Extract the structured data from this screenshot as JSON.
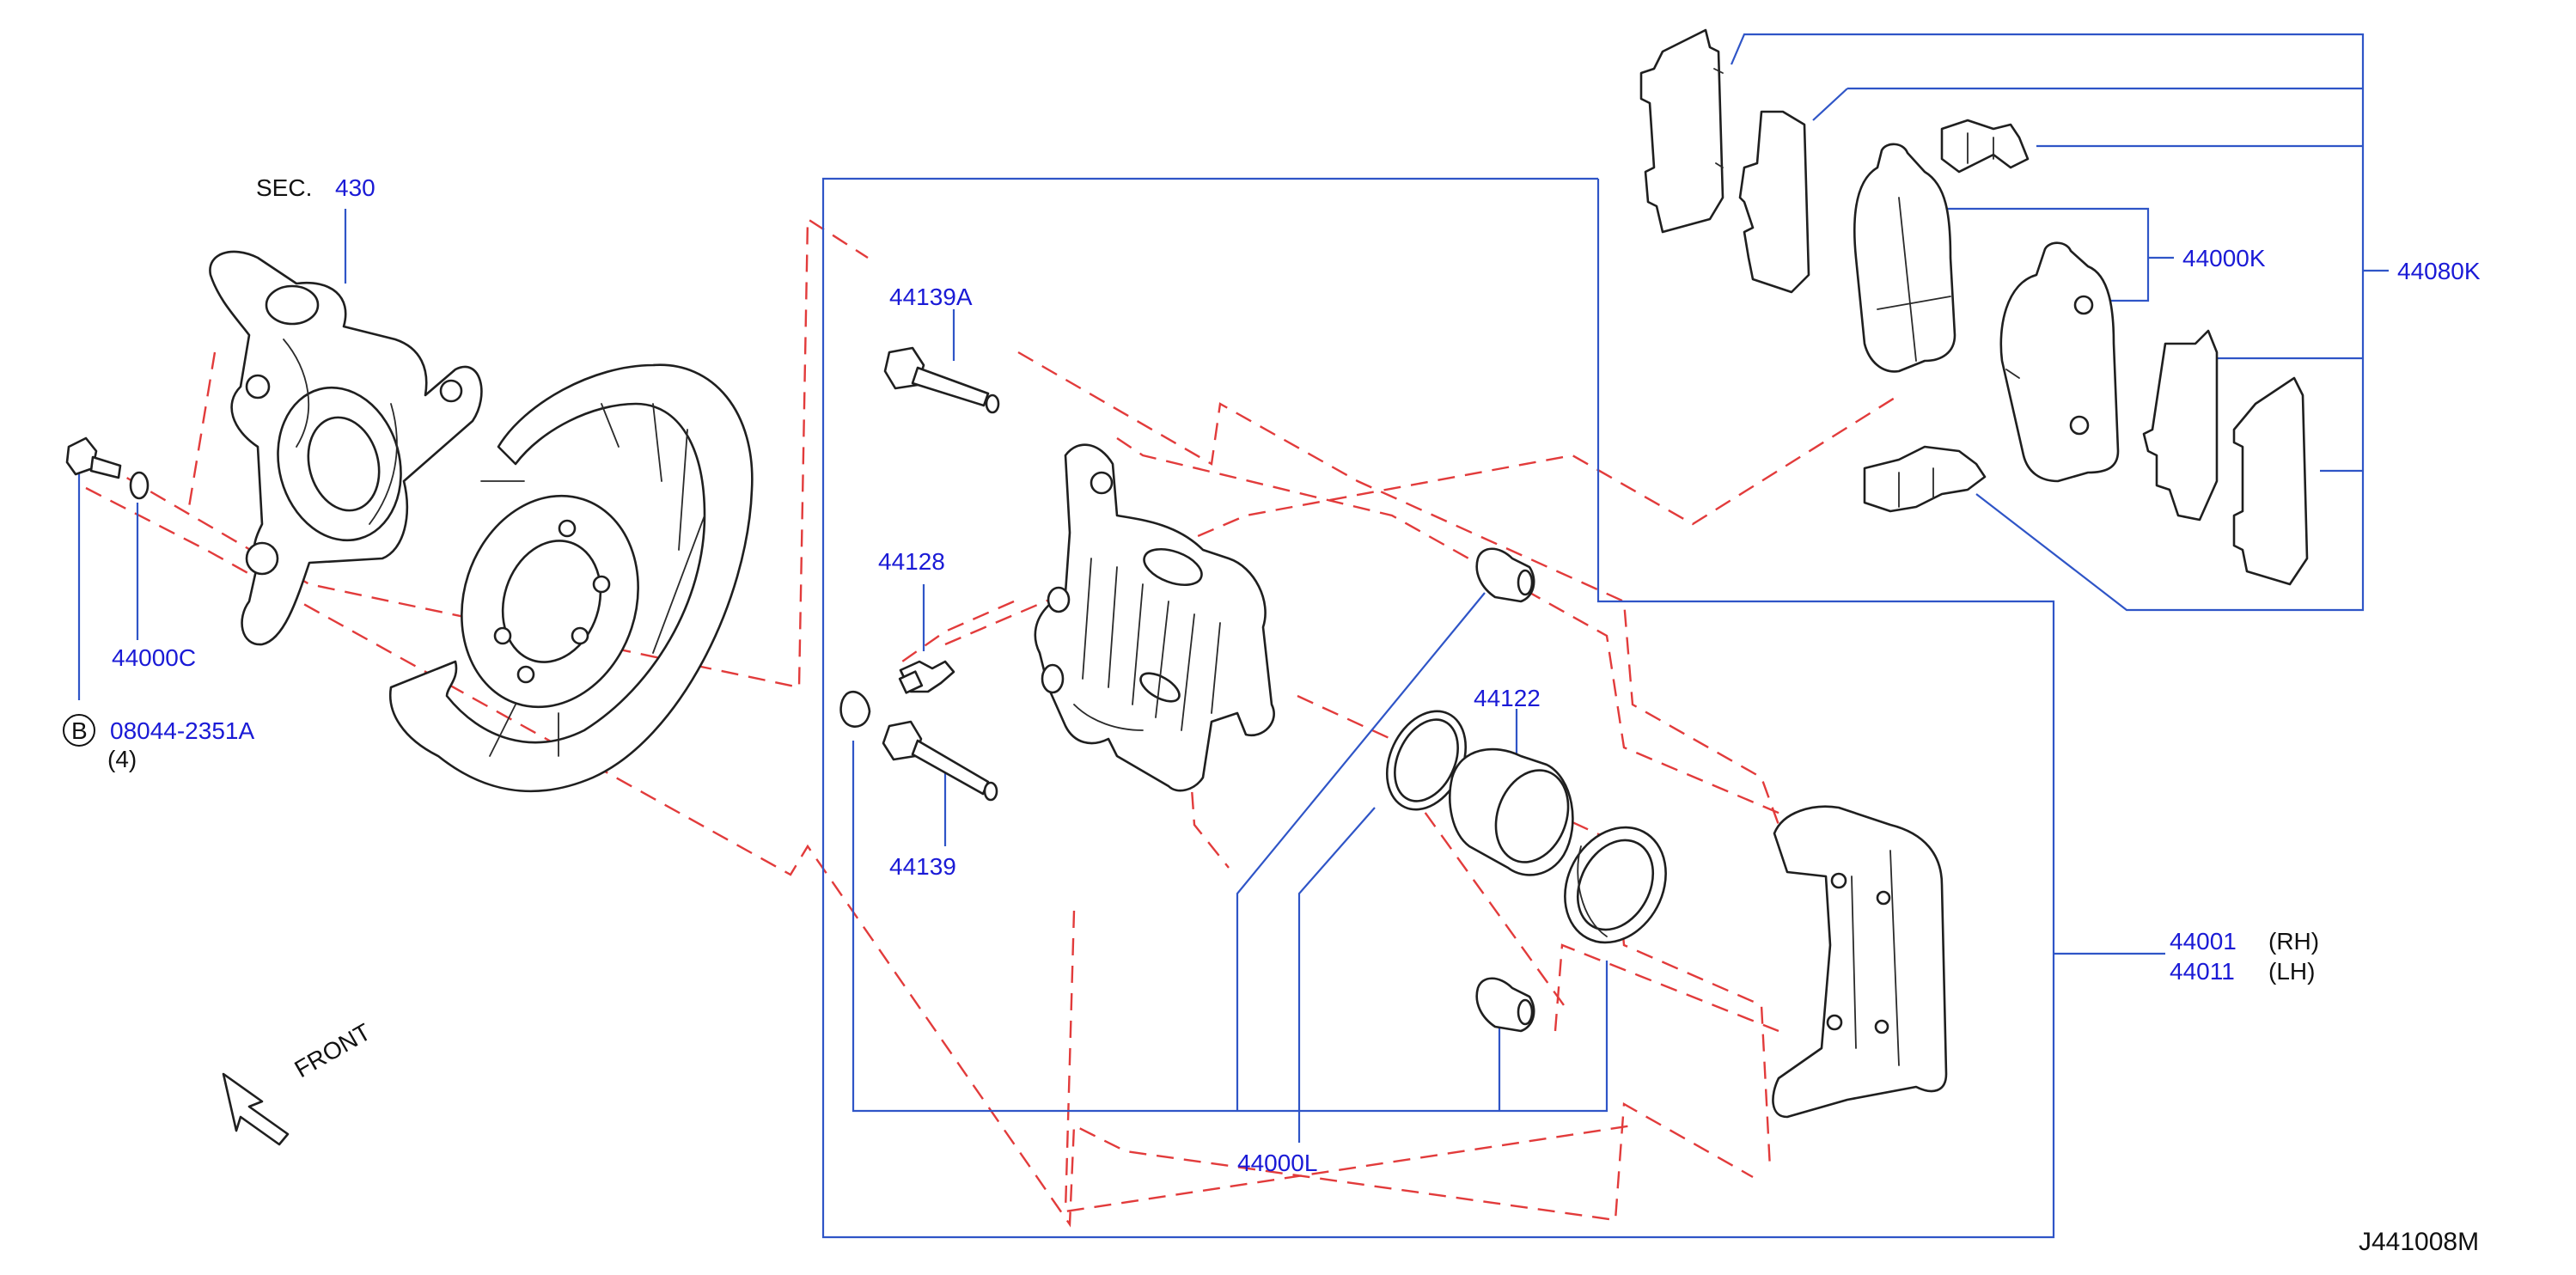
{
  "section_ref": {
    "prefix": "SEC.",
    "number": "430"
  },
  "callouts": {
    "guide_pin_a": "44139A",
    "bleeder": "44128",
    "guide_pin": "44139",
    "piston": "44122",
    "washer": "44000C",
    "bolt_badge": "B",
    "bolt": "08044-2351A",
    "bolt_qty": "(4)",
    "seal_kit": "44000L",
    "caliper_rh": "44001",
    "caliper_rh_side": "(RH)",
    "caliper_lh": "44011",
    "caliper_lh_side": "(LH)",
    "pad_kit": "44000K",
    "pad_hardware_kit": "44080K"
  },
  "front_label": "FRONT",
  "diagram_code": "J441008M",
  "colors": {
    "callout_text": "#1a1ad6",
    "leader_line": "#2f55c7",
    "assembly_line": "#e23b3b",
    "part_outline": "#1f1f1f"
  }
}
